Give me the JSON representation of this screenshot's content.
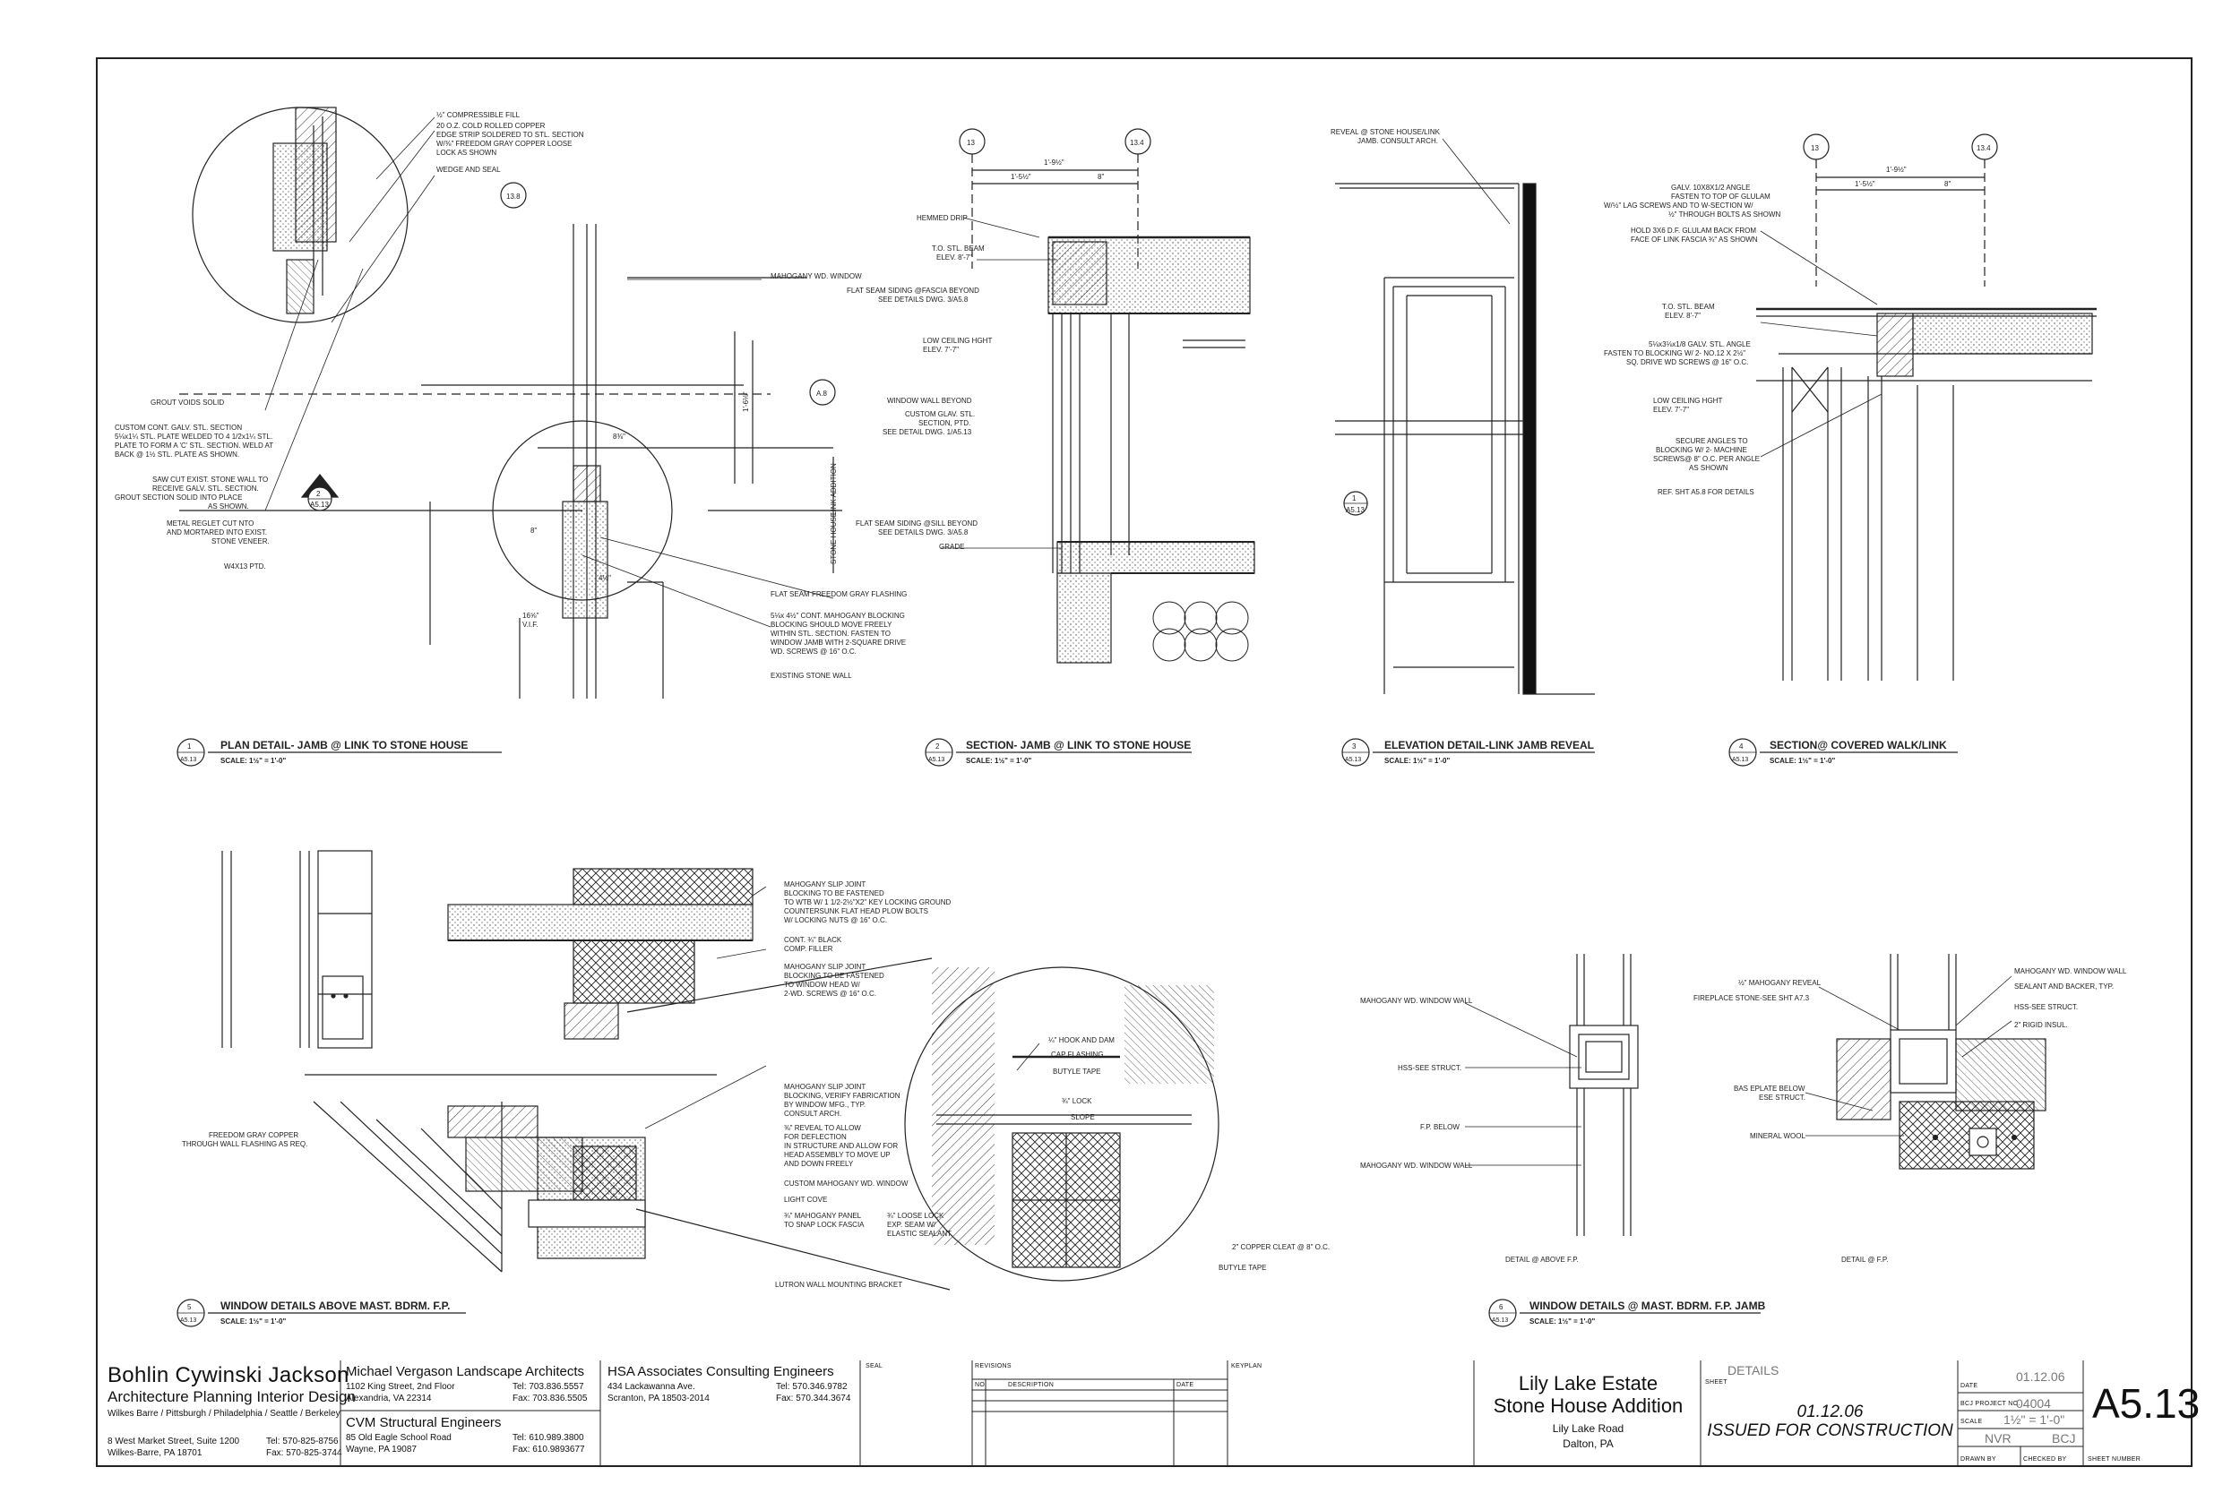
{
  "details": [
    {
      "num": "1",
      "sheet": "A5.13",
      "title": "PLAN DETAIL- JAMB @ LINK TO STONE HOUSE",
      "scale": "SCALE: 1½\" = 1'-0\""
    },
    {
      "num": "2",
      "sheet": "A5.13",
      "title": "SECTION- JAMB @ LINK TO STONE HOUSE",
      "scale": "SCALE: 1½\" = 1'-0\""
    },
    {
      "num": "3",
      "sheet": "A5.13",
      "title": "ELEVATION DETAIL-LINK JAMB REVEAL",
      "scale": "SCALE: 1½\" = 1'-0\""
    },
    {
      "num": "4",
      "sheet": "A5.13",
      "title": "SECTION@ COVERED WALK/LINK",
      "scale": "SCALE: 1½\" = 1'-0\""
    },
    {
      "num": "5",
      "sheet": "A5.13",
      "title": "WINDOW DETAILS ABOVE MAST. BDRM. F.P.",
      "scale": "SCALE: 1½\" = 1'-0\""
    },
    {
      "num": "6",
      "sheet": "A5.13",
      "title": "WINDOW DETAILS @ MAST. BDRM. F.P. JAMB",
      "scale": "SCALE: 1½\" = 1'-0\""
    }
  ],
  "grid_bubbles": {
    "d1": "13.8",
    "d1_ref": "A.8",
    "d2_left": "13",
    "d2_right": "13.4",
    "d4_left": "13",
    "d4_right": "13.4"
  },
  "section_markers": {
    "d1": {
      "num": "2",
      "sheet": "A5.13"
    },
    "d3": {
      "num": "1",
      "sheet": "A5.13"
    }
  },
  "dims": {
    "d2_total": "1'-9½\"",
    "d2_a": "1'-5½\"",
    "d2_b": "8\"",
    "d4_total": "1'-9½\"",
    "d4_a": "1'-5½\"",
    "d4_b": "8\"",
    "d1_vif": "16⅝\"",
    "d1_vif2": "V.I.F.",
    "d1_a": "4½\"",
    "d1_b": "1'-6⅛\"",
    "d1_c": "8⅜\"",
    "d1_d": "8\""
  },
  "labels": {
    "d1": [
      "½\" COMPRESSIBLE FILL",
      "20 O.Z. COLD ROLLED COPPER",
      "EDGE STRIP SOLDERED TO STL. SECTION",
      "W/⅜\" FREEDOM GRAY COPPER LOOSE",
      "LOCK AS SHOWN",
      "WEDGE AND SEAL",
      "MAHOGANY WD. WINDOW",
      "GROUT VOIDS SOLID",
      "CUSTOM CONT. GALV. STL. SECTION",
      "5⅛x1¼ STL. PLATE WELDED TO 4 1/2x1¼ STL.",
      "PLATE TO FORM A 'C' STL. SECTION. WELD AT",
      "BACK @ 1½ STL. PLATE AS SHOWN.",
      "SAW CUT EXIST. STONE WALL TO",
      "RECEIVE GALV. STL. SECTION.",
      "GROUT SECTION SOLID INTO PLACE",
      "AS SHOWN.",
      "METAL REGLET CUT NTO",
      "AND MORTARED INTO EXIST.",
      "STONE VENEER.",
      "W4X13 PTD.",
      "STONE HOUSE",
      "LINK ADDITION",
      "FLAT SEAM FREEDOM GRAY FLASHING",
      "5⅛x 4½\" CONT. MAHOGANY BLOCKING",
      "BLOCKING SHOULD MOVE FREELY",
      "WITHIN STL. SECTION. FASTEN TO",
      "WINDOW JAMB WITH 2-SQUARE DRIVE",
      "WD. SCREWS @ 16\" O.C.",
      "EXISTING STONE WALL"
    ],
    "d2": [
      "HEMMED DRIP",
      "T.O. STL. BEAM",
      "ELEV. 8'-7\"",
      "FLAT SEAM SIDING @FASCIA BEYOND",
      "SEE DETAILS DWG. 3/A5.8",
      "LOW CEILING HGHT",
      "ELEV. 7'-7\"",
      "WINDOW WALL BEYOND",
      "CUSTOM GLAV. STL.",
      "SECTION, PTD.",
      "SEE DETAIL DWG. 1/A5.13",
      "FLAT SEAM SIDING @SILL BEYOND",
      "SEE DETAILS DWG. 3/A5.8",
      "GRADE"
    ],
    "d3": [
      "REVEAL @ STONE HOUSE/LINK",
      "JAMB. CONSULT ARCH."
    ],
    "d4": [
      "GALV. 10X8X1/2 ANGLE",
      "FASTEN TO TOP OF GLULAM",
      "W/½\" LAG SCREWS AND TO W-SECTION W/",
      "½\" THROUGH BOLTS AS SHOWN",
      "HOLD 3X6 D.F. GLULAM BACK FROM",
      "FACE OF LINK FASCIA ¾\" AS SHOWN",
      "T.O. STL. BEAM",
      "ELEV. 8'-7\"",
      "5⅛x3⅛x1/8 GALV. STL. ANGLE",
      "FASTEN TO BLOCKING W/ 2- NO.12 X 2½\"",
      "SQ. DRIVE WD SCREWS @ 16\" O.C.",
      "LOW CEILING HGHT",
      "ELEV. 7'-7\"",
      "SECURE ANGLES TO",
      "BLOCKING W/ 2- MACHINE",
      "SCREWS@ 8\" O.C. PER ANGLE",
      "AS SHOWN",
      "REF. SHT A5.8 FOR DETAILS"
    ],
    "d5": [
      "MAHOGANY SLIP JOINT",
      "BLOCKING TO BE FASTENED",
      "TO WTB W/ 1 1/2-2½\"X2\" KEY LOCKING GROUND",
      "COUNTERSUNK FLAT HEAD PLOW BOLTS",
      "W/ LOCKING NUTS @ 16\" O.C.",
      "CONT. ¾\" BLACK",
      "COMP. FILLER",
      "MAHOGANY SLIP JOINT",
      "BLOCKING TO BE FASTENED",
      "TO WINDOW HEAD W/",
      "2-WD. SCREWS @ 16\" O.C.",
      "MAHOGANY SLIP JOINT",
      "BLOCKING, VERIFY FABRICATION",
      "BY WINDOW MFG., TYP.",
      "CONSULT ARCH.",
      "⅜\" REVEAL TO ALLOW",
      "FOR DEFLECTION",
      "IN STRUCTURE AND ALLOW FOR",
      "HEAD ASSEMBLY TO MOVE UP",
      "AND DOWN FREELY",
      "CUSTOM MAHOGANY WD. WINDOW",
      "LIGHT COVE",
      "¾\" MAHOGANY PANEL",
      "TO SNAP LOCK FASCIA",
      "LUTRON WALL MOUNTING BRACKET",
      "FREEDOM GRAY COPPER",
      "THROUGH WALL FLASHING AS REQ.",
      "¼\" HOOK AND DAM",
      "CAP FLASHING",
      "BUTYLE TAPE",
      "¾\" LOCK",
      "SLOPE",
      "¾\" LOOSE LOCK",
      "EXP. SEAM W/",
      "ELASTIC SEALANT",
      "2\" COPPER CLEAT @ 8\" O.C.",
      "BUTYLE TAPE"
    ],
    "d6": [
      "MAHOGANY WD. WINDOW WALL",
      "HSS-SEE STRUCT.",
      "F.P. BELOW",
      "MAHOGANY WD. WINDOW WALL",
      "½\" MAHOGANY REVEAL",
      "FIREPLACE STONE-SEE SHT A7.3",
      "MAHOGANY WD. WINDOW WALL",
      "SEALANT AND BACKER, TYP.",
      "HSS-SEE STRUCT.",
      "2\" RIGID INSUL.",
      "BAS EPLATE BELOW",
      "ESE STRUCT.",
      "MINERAL WOOL",
      "DETAIL @ ABOVE F.P.",
      "DETAIL @ F.P."
    ]
  },
  "titleblock": {
    "firm_name": "Bohlin Cywinski Jackson",
    "firm_tagline": "Architecture Planning Interior Design",
    "firm_offices": "Wilkes Barre / Pittsburgh / Philadelphia / Seattle / Berkeley",
    "firm_addr1": "8 West Market Street, Suite 1200",
    "firm_addr2": "Wilkes-Barre, PA  18701",
    "firm_tel": "Tel: 570-825-8756",
    "firm_fax": "Fax: 570-825-3744",
    "la_name": "Michael Vergason Landscape Architects",
    "la_addr1": "1102 King Street, 2nd Floor",
    "la_addr2": "Alexandria, VA 22314",
    "la_tel": "Tel: 703.836.5557",
    "la_fax": "Fax: 703.836.5505",
    "se_name": "CVM Structural Engineers",
    "se_addr1": "85 Old Eagle School Road",
    "se_addr2": "Wayne, PA 19087",
    "se_tel": "Tel: 610.989.3800",
    "se_fax": "Fax: 610.9893677",
    "ce_name": "HSA Associates Consulting Engineers",
    "ce_addr1": "434 Lackawanna Ave.",
    "ce_addr2": "Scranton, PA 18503-2014",
    "ce_tel": "Tel: 570.346.9782",
    "ce_fax": "Fax: 570.344.3674",
    "seal_label": "SEAL",
    "revisions_label": "REVISIONS",
    "no_label": "NO.",
    "desc_label": "DESCRIPTION",
    "date_label": "DATE",
    "keyplan_label": "KEYPLAN",
    "project_line1": "Lily Lake Estate",
    "project_line2": "Stone House Addition",
    "project_addr1": "Lily Lake Road",
    "project_addr2": "Dalton, PA",
    "sheet_label": "SHEET",
    "sheet_title": "DETAILS",
    "issue_date": "01.12.06",
    "issue_text": "ISSUED FOR CONSTRUCTION",
    "date_field_label": "DATE",
    "date_value": "01.12.06",
    "proj_no_label": "BCJ PROJECT NO.",
    "proj_no": "04004",
    "scale_label": "SCALE",
    "scale_value": "1½\" = 1'-0\"",
    "drawn_label": "DRAWN BY",
    "drawn_value": "NVR",
    "checked_label": "CHECKED BY",
    "checked_value": "BCJ",
    "sheet_no_label": "SHEET NUMBER",
    "sheet_no": "A5.13"
  }
}
